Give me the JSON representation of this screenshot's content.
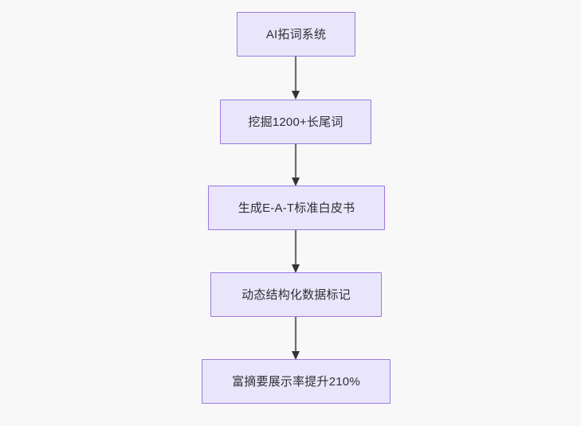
{
  "diagram": {
    "type": "flowchart",
    "orientation": "top-to-bottom",
    "background_color": "#f8f8f8",
    "node_fill_color": "#e9e6fb",
    "node_border_color": "#9b78e0",
    "node_text_color": "#2f2f36",
    "connector_color": "#707070",
    "arrowhead_color": "#333333",
    "nodes": [
      {
        "id": "n1",
        "label": "AI拓词系统"
      },
      {
        "id": "n2",
        "label": "挖掘1200+长尾词"
      },
      {
        "id": "n3",
        "label": "生成E-A-T标准白皮书"
      },
      {
        "id": "n4",
        "label": "动态结构化数据标记"
      },
      {
        "id": "n5",
        "label": "富摘要展示率提升210%"
      }
    ],
    "edges": [
      {
        "from": "n1",
        "to": "n2",
        "label": ""
      },
      {
        "from": "n2",
        "to": "n3",
        "label": ""
      },
      {
        "from": "n3",
        "to": "n4",
        "label": ""
      },
      {
        "from": "n4",
        "to": "n5",
        "label": ""
      }
    ]
  }
}
